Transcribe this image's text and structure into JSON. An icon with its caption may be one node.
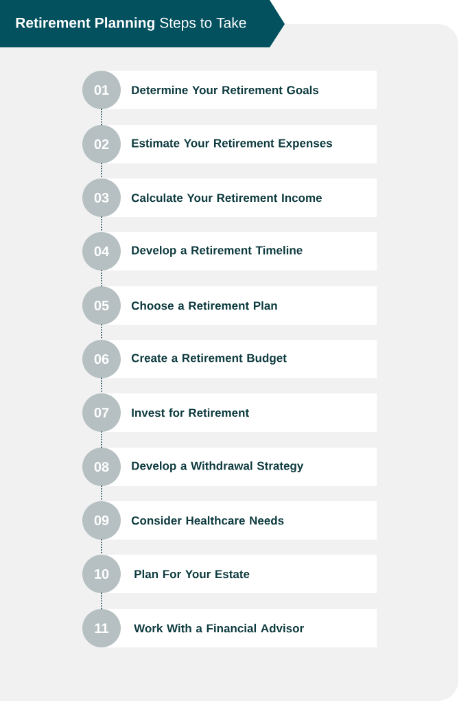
{
  "diagram": {
    "title": "**Retirement Planning** Steps to Take",
    "nodes": [
      {
        "text": [
          "01"
        ]
      },
      {
        "text": [
          "Determine Your Retirement Goals"
        ]
      },
      {
        "text": [
          "02"
        ]
      },
      {
        "text": [
          "Estimate Your Retirement Expenses"
        ]
      },
      {
        "text": [
          "03"
        ]
      },
      {
        "text": [
          "Calculate Your Retirement Income"
        ]
      },
      {
        "text": [
          "04"
        ]
      },
      {
        "text": [
          "Develop a Retirement Timeline"
        ]
      },
      {
        "text": [
          "05"
        ]
      },
      {
        "text": [
          "Choose a Retirement Plan"
        ]
      },
      {
        "text": [
          "06"
        ]
      },
      {
        "text": [
          "Create a Retirement Budget"
        ]
      },
      {
        "text": [
          "07"
        ]
      },
      {
        "text": [
          "Invest for Retirement"
        ]
      },
      {
        "text": [
          "08"
        ]
      },
      {
        "text": [
          "Develop a Withdrawal Strategy"
        ]
      },
      {
        "text": [
          "09"
        ]
      },
      {
        "text": [
          "Consider Healthcare Needs"
        ]
      },
      {
        "text": [
          "10"
        ]
      },
      {
        "text": [
          "Plan For Your Estate"
        ]
      },
      {
        "text": [
          "11"
        ]
      },
      {
        "text": [
          "Work With a Financial Advisor"
        ]
      }
    ],
    "edges": [
      {
        "from": 0,
        "to": 2,
        "arrow": "none"
      },
      {
        "from": 2,
        "to": 4,
        "arrow": "none"
      },
      {
        "from": 4,
        "to": 6,
        "arrow": "none"
      },
      {
        "from": 6,
        "to": 8,
        "arrow": "none"
      },
      {
        "from": 8,
        "to": 10,
        "arrow": "none"
      },
      {
        "from": 10,
        "to": 12,
        "arrow": "none"
      },
      {
        "from": 12,
        "to": 14,
        "arrow": "none"
      },
      {
        "from": 14,
        "to": 16,
        "arrow": "none"
      },
      {
        "from": 16,
        "to": 18,
        "arrow": "none"
      },
      {
        "from": 18,
        "to": 20,
        "arrow": "none"
      }
    ]
  }
}
